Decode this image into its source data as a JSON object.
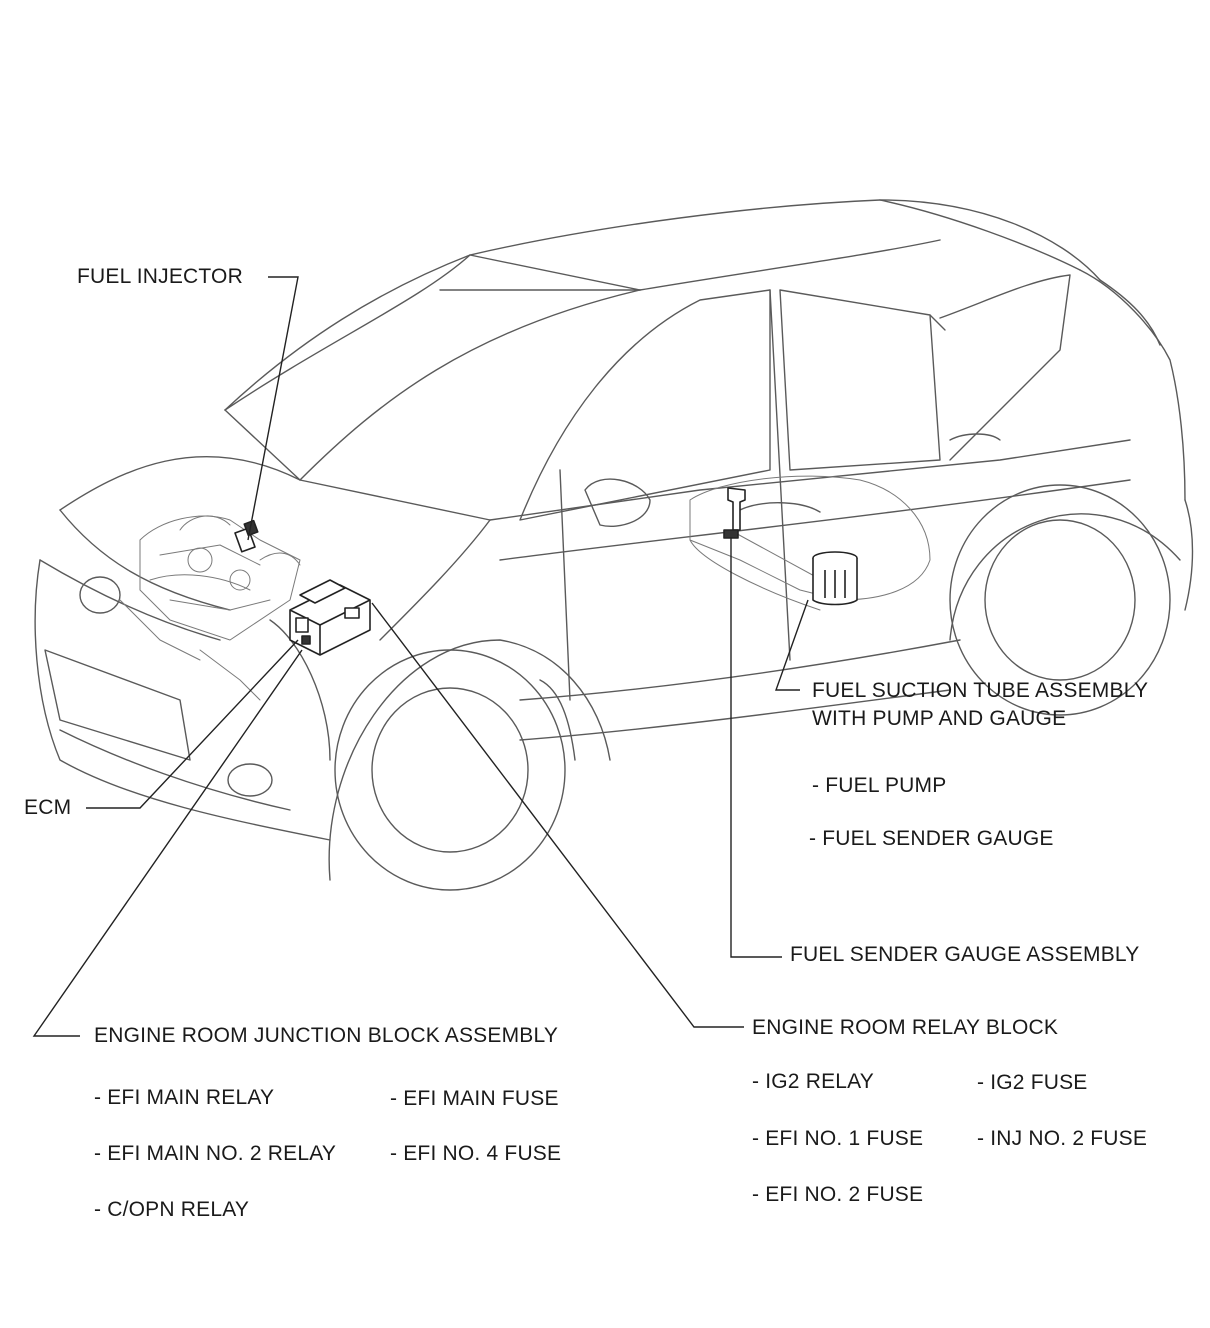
{
  "labels": {
    "fuel_injector": "FUEL INJECTOR",
    "ecm": "ECM",
    "fuel_suction_line1": "FUEL SUCTION TUBE ASSEMBLY",
    "fuel_suction_line2": "WITH PUMP AND GAUGE",
    "fuel_pump": "- FUEL PUMP",
    "fuel_sender_gauge": "- FUEL SENDER GAUGE",
    "fuel_sender_gauge_assembly": "FUEL SENDER GAUGE ASSEMBLY",
    "junction_block": "ENGINE ROOM JUNCTION BLOCK ASSEMBLY",
    "relay_block": "ENGINE ROOM RELAY BLOCK"
  },
  "junction_block_items": [
    "- EFI MAIN RELAY",
    "- EFI MAIN FUSE",
    "- EFI MAIN NO. 2 RELAY",
    "- EFI NO. 4 FUSE",
    "- C/OPN RELAY"
  ],
  "relay_block_items": [
    "- IG2 RELAY",
    "- IG2 FUSE",
    "- EFI NO. 1 FUSE",
    "- INJ NO. 2 FUSE",
    "- EFI NO. 2 FUSE"
  ]
}
